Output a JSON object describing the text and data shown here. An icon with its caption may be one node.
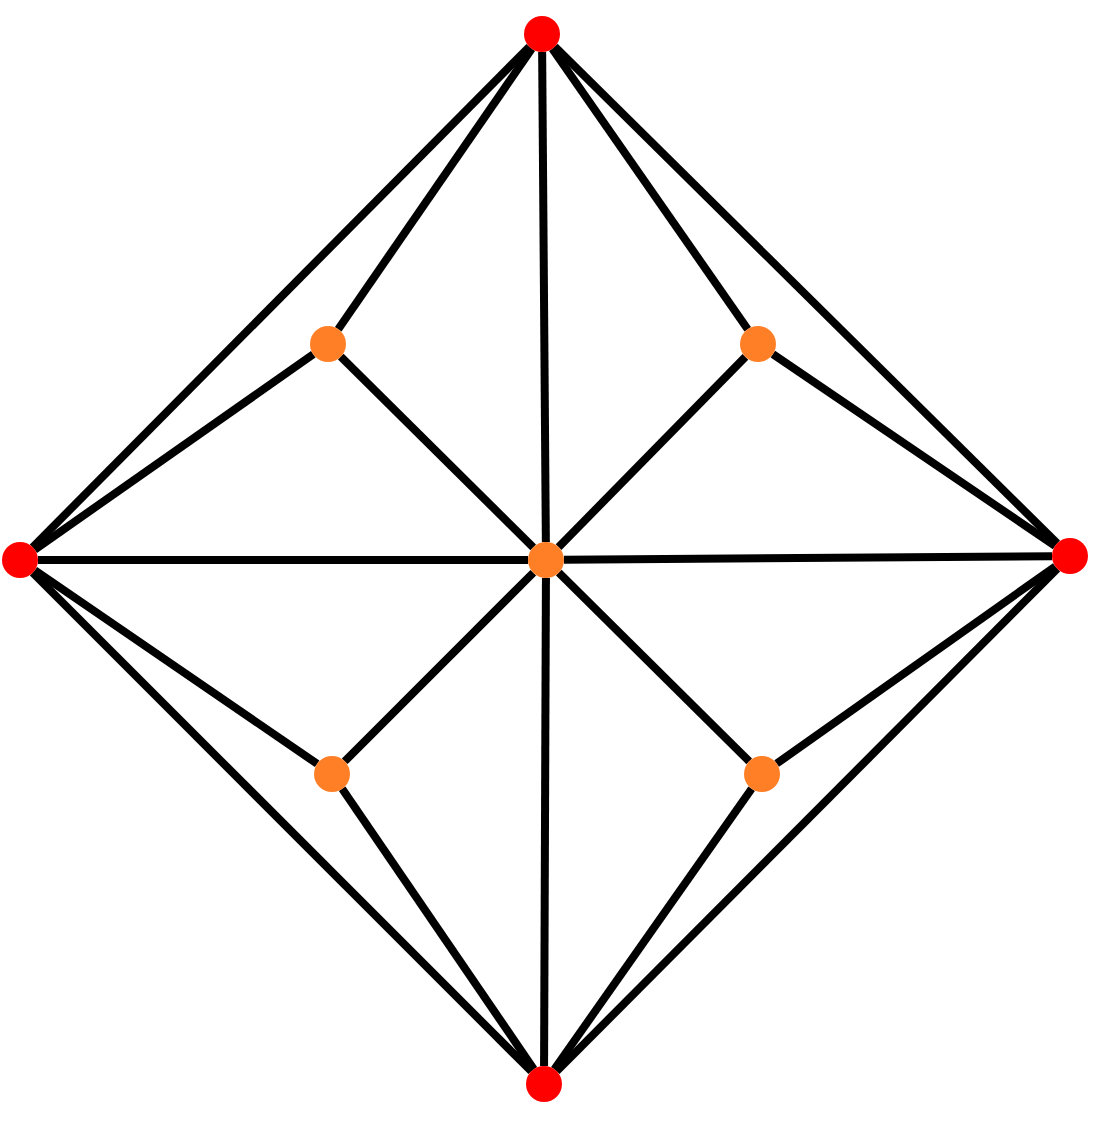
{
  "diagram": {
    "nodes": [
      {
        "text": [],
        "shape": "circle"
      },
      {
        "text": [],
        "shape": "circle"
      },
      {
        "text": [],
        "shape": "circle"
      },
      {
        "text": [],
        "shape": "circle"
      },
      {
        "text": [],
        "shape": "circle"
      },
      {
        "text": [],
        "shape": "circle"
      },
      {
        "text": [],
        "shape": "circle"
      },
      {
        "text": [],
        "shape": "circle"
      },
      {
        "text": [],
        "shape": "circle"
      }
    ],
    "edges": [
      {
        "from": 0,
        "to": 3,
        "arrow": "none"
      },
      {
        "from": 0,
        "to": 5,
        "arrow": "none"
      },
      {
        "from": 3,
        "to": 8,
        "arrow": "none"
      },
      {
        "from": 5,
        "to": 8,
        "arrow": "none"
      },
      {
        "from": 0,
        "to": 4,
        "arrow": "none"
      },
      {
        "from": 4,
        "to": 8,
        "arrow": "none"
      },
      {
        "from": 3,
        "to": 4,
        "arrow": "none"
      },
      {
        "from": 4,
        "to": 5,
        "arrow": "none"
      },
      {
        "from": 1,
        "to": 0,
        "arrow": "none"
      },
      {
        "from": 1,
        "to": 3,
        "arrow": "none"
      },
      {
        "from": 1,
        "to": 4,
        "arrow": "none"
      },
      {
        "from": 2,
        "to": 0,
        "arrow": "none"
      },
      {
        "from": 2,
        "to": 5,
        "arrow": "none"
      },
      {
        "from": 2,
        "to": 4,
        "arrow": "none"
      },
      {
        "from": 6,
        "to": 3,
        "arrow": "none"
      },
      {
        "from": 6,
        "to": 8,
        "arrow": "none"
      },
      {
        "from": 6,
        "to": 4,
        "arrow": "none"
      },
      {
        "from": 7,
        "to": 5,
        "arrow": "none"
      },
      {
        "from": 7,
        "to": 8,
        "arrow": "none"
      },
      {
        "from": 7,
        "to": 4,
        "arrow": "none"
      }
    ]
  }
}
